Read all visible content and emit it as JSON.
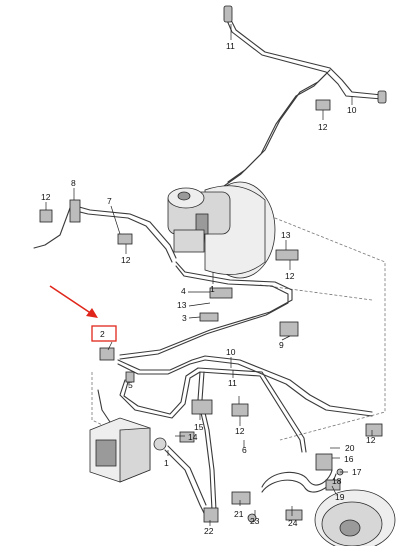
{
  "labels": {
    "l11_top": "11",
    "l10_top": "10",
    "l12_top": "12",
    "l8": "8",
    "l12_left": "12",
    "l7": "7",
    "l12_mid": "12",
    "l13_right": "13",
    "l12_right": "12",
    "l1_a": "1",
    "l4": "4",
    "l13_mid": "13",
    "l3": "3",
    "l9": "9",
    "l2": "2",
    "l10_bottom": "10",
    "l11_bottom": "11",
    "l5": "5",
    "l12_bottom": "12",
    "l15": "15",
    "l14": "14",
    "l6": "6",
    "l12_far_right": "12",
    "l20": "20",
    "l16": "16",
    "l17": "17",
    "l18": "18",
    "l19": "19",
    "l21": "21",
    "l23": "23",
    "l24": "24",
    "l22": "22",
    "l1_b": "1"
  },
  "colors": {
    "highlight": "#e0261b",
    "line": "#3a3a3a"
  }
}
